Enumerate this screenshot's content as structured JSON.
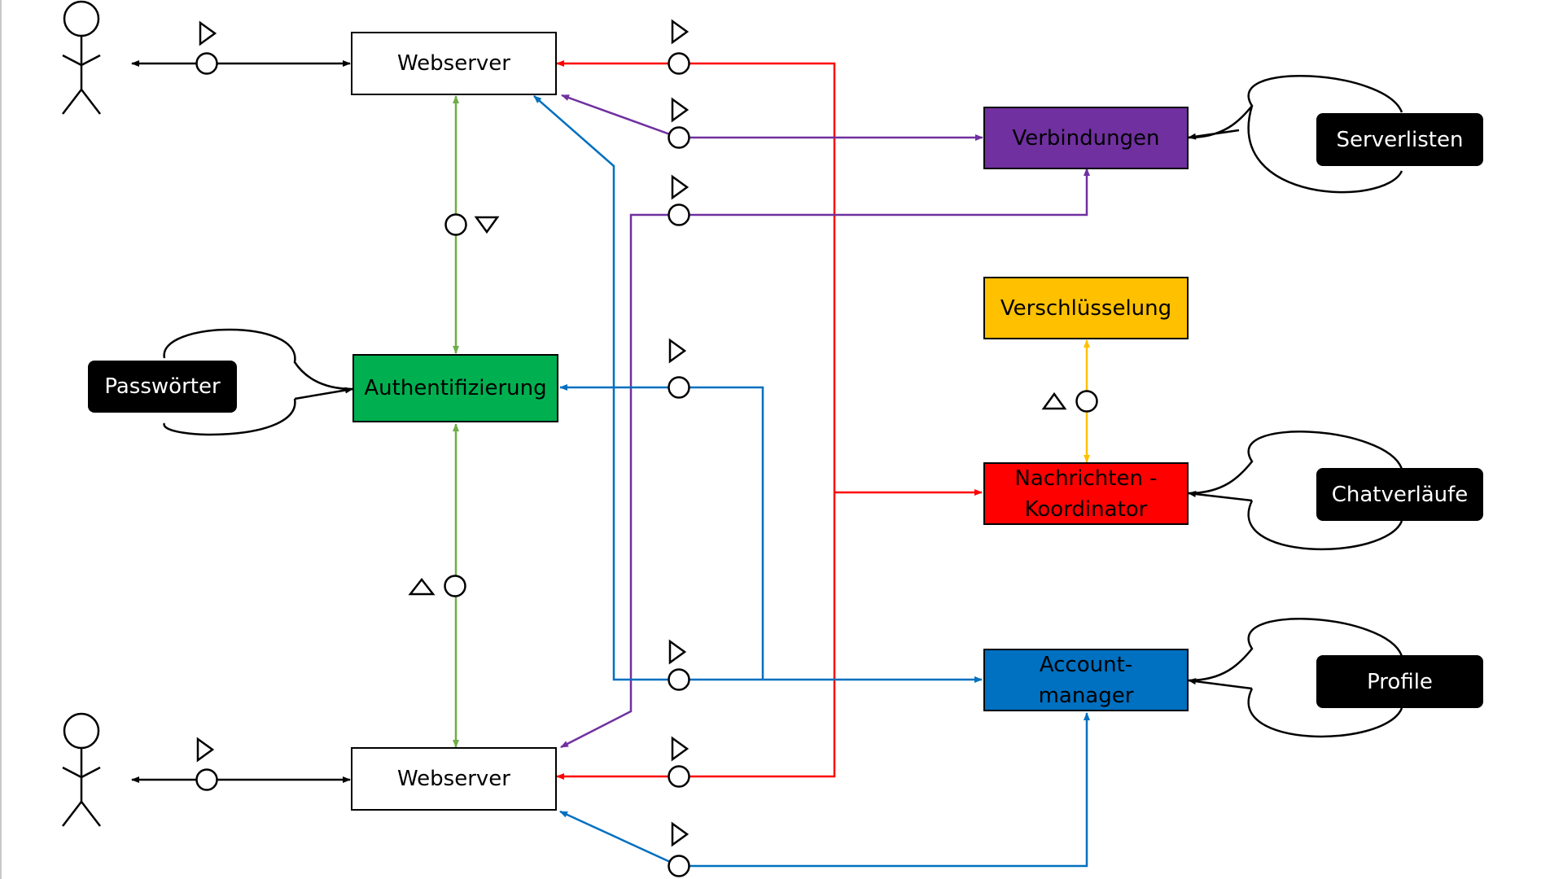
{
  "diagram": {
    "components": {
      "webserver_top": "Webserver",
      "webserver_bottom": "Webserver",
      "authentication": "Authentifizierung",
      "connections": "Verbindungen",
      "encryption": "Verschlüsselung",
      "message_coordinator": "Nachrichten -\nKoordinator",
      "account_manager": "Account-\nmanager"
    },
    "stores": {
      "passwords": "Passwörter",
      "server_lists": "Serverlisten",
      "chat_histories": "Chatverläufe",
      "profiles": "Profile"
    },
    "colors": {
      "authentication": "#00b050",
      "connections": "#7030a0",
      "encryption": "#ffc000",
      "message_coordinator": "#ff0000",
      "account_manager": "#0070c0",
      "wire_red": "#ff0000",
      "wire_purple": "#7030a0",
      "wire_blue": "#0070c0",
      "wire_green": "#70ad47",
      "wire_yellow": "#ffc000",
      "wire_black": "#000000"
    }
  }
}
